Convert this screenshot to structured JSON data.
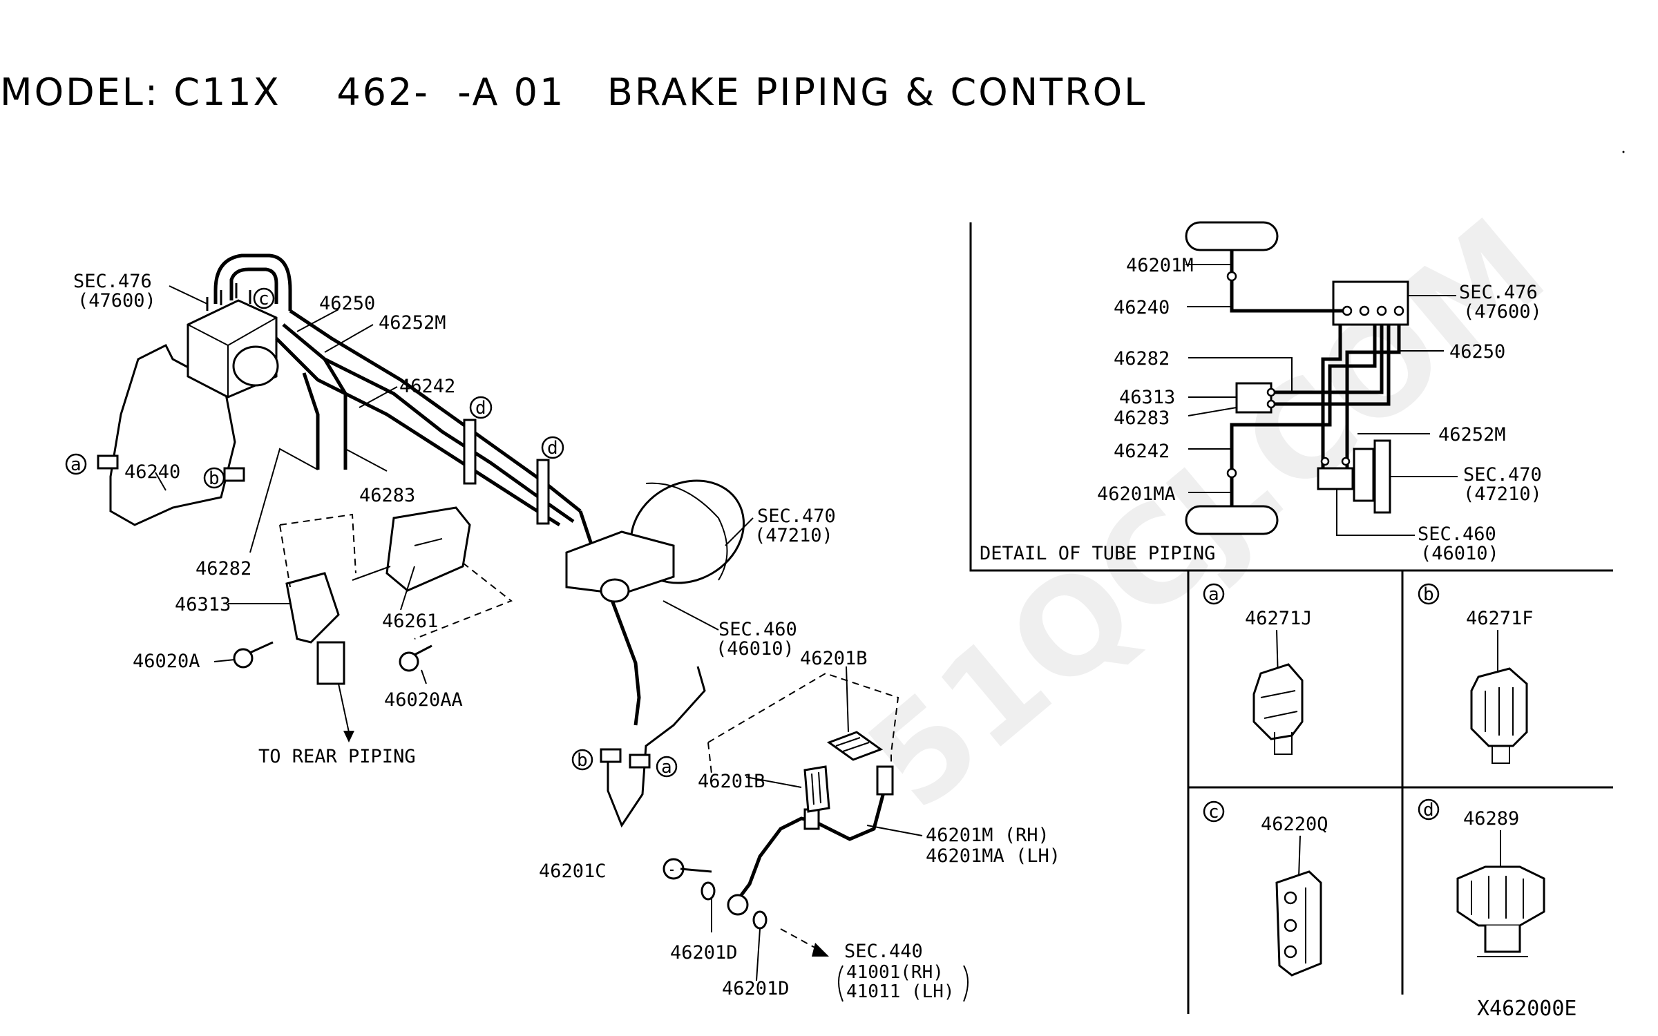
{
  "title": {
    "model": "MODEL: C11X",
    "code": "462-  -A 01",
    "name": "BRAKE PIPING & CONTROL"
  },
  "labels": {
    "sec476": "SEC.476",
    "p47600": "(47600)",
    "p46250": "46250",
    "p46252M": "46252M",
    "p46242": "46242",
    "p46240": "46240",
    "p46283": "46283",
    "p46282": "46282",
    "p46313": "46313",
    "p46261": "46261",
    "p46020A": "46020A",
    "p46020AA": "46020AA",
    "to_rear": "TO REAR PIPING",
    "sec470": "SEC.470",
    "p47210": "(47210)",
    "sec460": "SEC.460",
    "p46010": "(46010)",
    "p46201B_top": "46201B",
    "p46201B_bot": "46201B",
    "p46201M_rh": "46201M (RH)",
    "p46201MA_lh": "46201MA (LH)",
    "p46201C": "46201C",
    "p46201D_a": "46201D",
    "p46201D_b": "46201D",
    "sec440": "SEC.440",
    "p41001": "41001(RH)",
    "p41011": "41011 (LH)",
    "clip_a": "a",
    "clip_b": "b",
    "clip_c": "c",
    "clip_d": "d"
  },
  "detail": {
    "caption": "DETAIL OF TUBE PIPING",
    "p46201M": "46201M",
    "p46240": "46240",
    "p46282": "46282",
    "p46313": "46313",
    "p46283": "46283",
    "p46242": "46242",
    "p46201MA": "46201MA",
    "sec476": "SEC.476",
    "p47600": "(47600)",
    "p46250": "46250",
    "p46252M": "46252M",
    "sec470": "SEC.470",
    "p47210": "(47210)",
    "sec460": "SEC.460",
    "p46010": "(46010)"
  },
  "clips": [
    {
      "letter": "a",
      "part": "46271J"
    },
    {
      "letter": "b",
      "part": "46271F"
    },
    {
      "letter": "c",
      "part": "46220Q"
    },
    {
      "letter": "d",
      "part": "46289"
    }
  ],
  "figure_code": "X462000E",
  "watermark": "51QCJ.COM"
}
